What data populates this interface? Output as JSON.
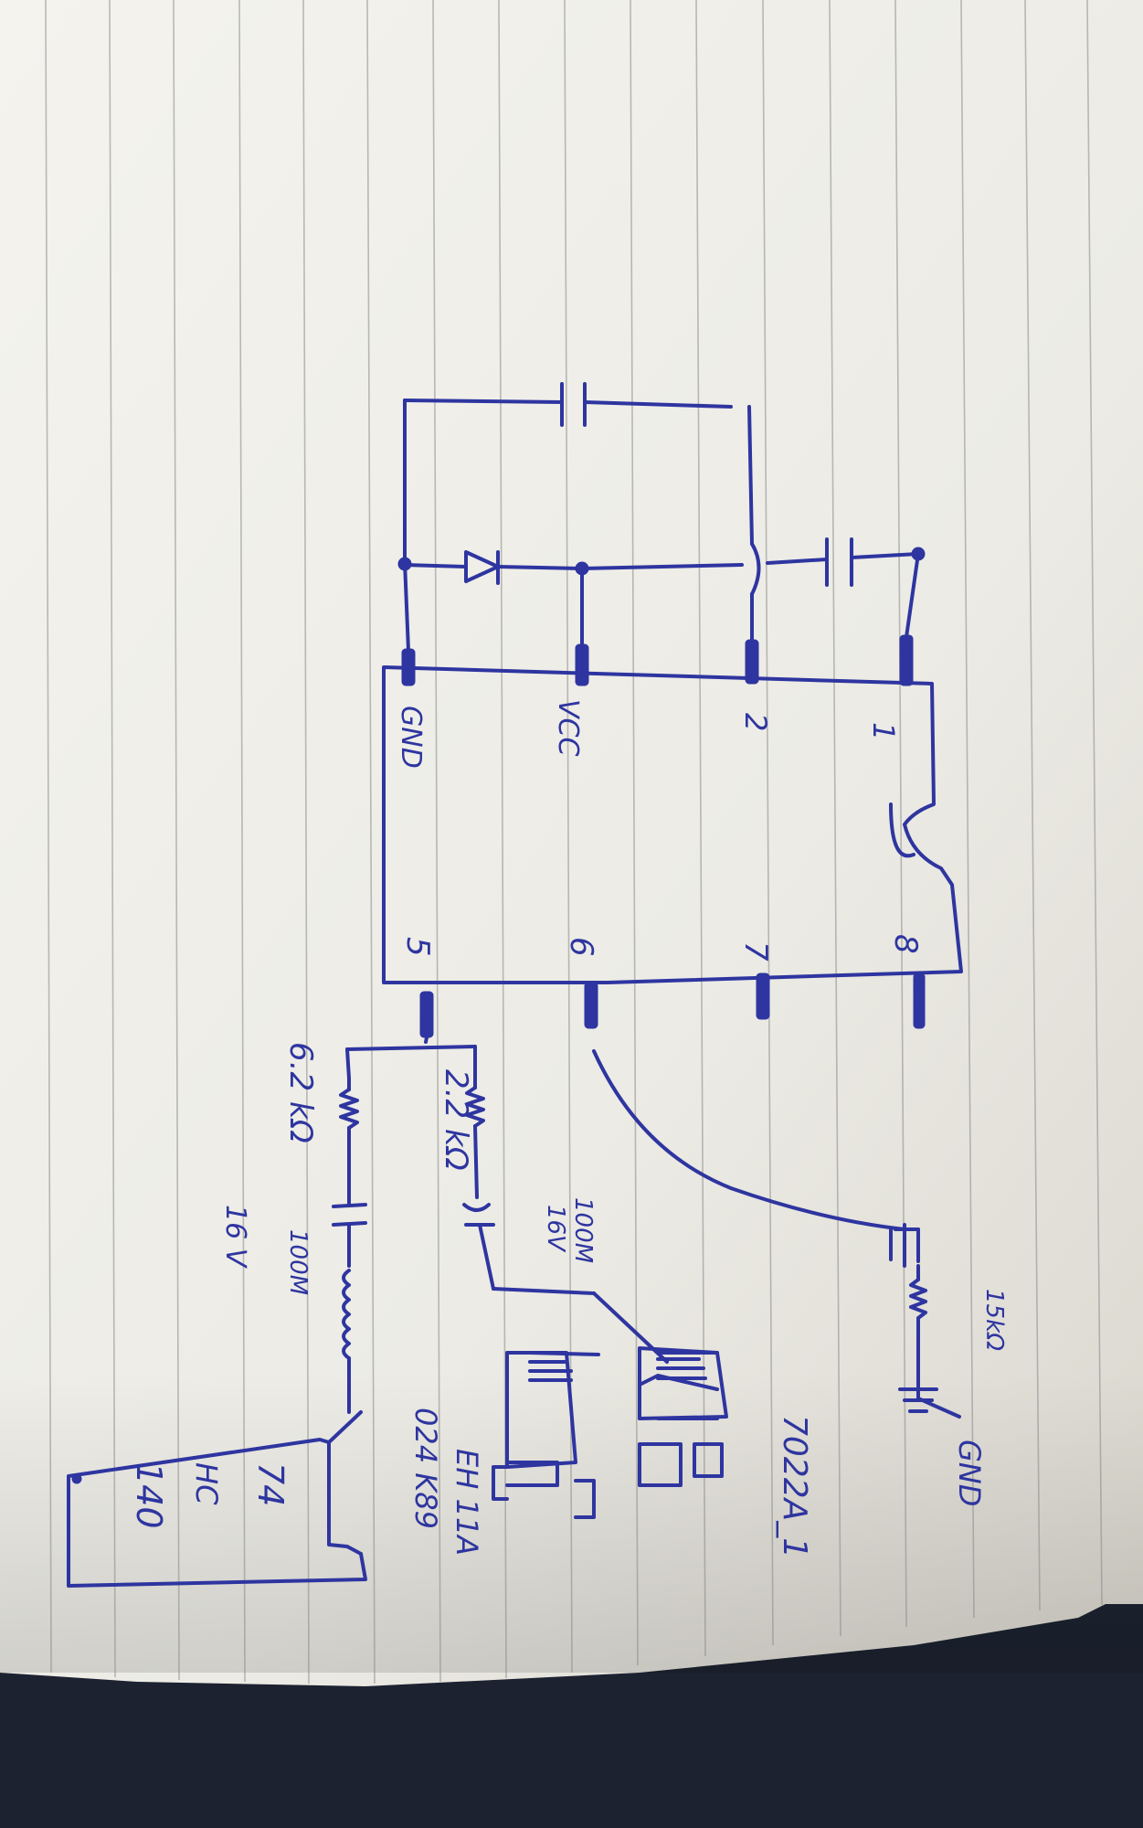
{
  "colors": {
    "ink": "#2e35a0",
    "paper": "#f1f0ea",
    "paper_shadow": "#b7b4ab",
    "background": "#1c2230",
    "ruled_lines": "#8a8a8a"
  },
  "ic_main": {
    "pin1": "1",
    "pin2": "2",
    "pin_vcc": "VCC",
    "pin_gnd": "GND",
    "pin5": "5",
    "pin6": "6",
    "pin7": "7",
    "pin8": "8"
  },
  "components": {
    "r_15k": "15kΩ",
    "gnd_label": "GND",
    "r_2k2": "2.2 kΩ",
    "r_6k2": "6.2 kΩ",
    "cap_100m_a": "100M",
    "cap_16v_a": "16V",
    "cap_100m_b": "100M",
    "cap_16v_b": "16 V",
    "chip_upper": "7022A_1",
    "chip_lower_line1": "EH 11A",
    "chip_lower_line2": "024 K89",
    "ic_74_line1": "74",
    "ic_74_line2": "HC",
    "ic_74_line3": "140"
  },
  "icons": [
    "capacitor-icon",
    "diode-icon",
    "resistor-icon",
    "battery-icon",
    "inductor-icon",
    "ground-icon"
  ]
}
